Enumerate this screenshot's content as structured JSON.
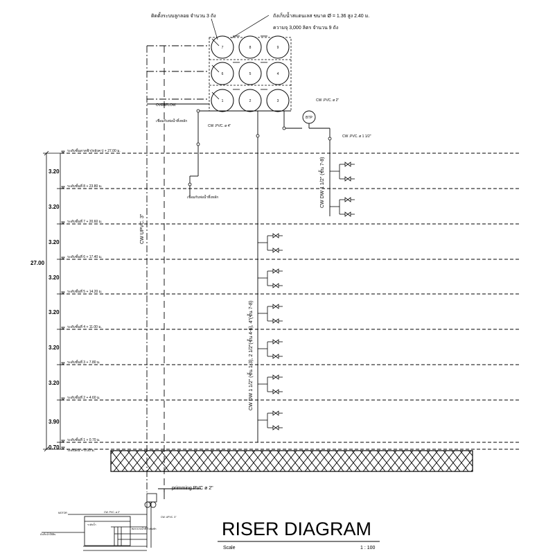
{
  "title": {
    "main": "RISER DIAGRAM",
    "scale_label": "Scale",
    "scale_value": "1 : 100"
  },
  "tank_notes": {
    "ball_valve": "ติดตั้งระบบลูกลอย จำนวน 3 ถัง",
    "tank_spec_line1": "ถังเก็บน้ำสแตนเลส  ขนาด Ø = 1.36  สูง 2.40 ม.",
    "tank_spec_line2": "ความจุ 3,000  ลิตร จำนวน   9  ถัง",
    "overflow": "OVERFLOW"
  },
  "tanks": [
    "7",
    "8",
    "9",
    "6",
    "5",
    "4",
    "1",
    "2",
    "3"
  ],
  "pipe_labels": {
    "cw_pvc_2": "CW .PVC. ø 2\"",
    "cw_pvc_4": "CW .PVC. ø 4\"",
    "cw_pvc_1_5": "CW .PVC. ø 1 1/2\"",
    "btp": "BTP",
    "connect_main_1": "เชื่อมกับท่อน้ำทิ้งหลัก",
    "connect_main_2": "เชื่อมกับท่อน้ำทิ้งหลัก",
    "upvc_riser": "CW  UPVC. 3\"",
    "dw_upper": "CW  DW 1 1/2\" (ชั้น 7-8)",
    "dw_lower": "CW  DW 1 1/2\" (ชั้น 1-3), 2 1/2\"(ชั้น 4-6), 4\"(ชั้น 7-8)",
    "priming": "primming PVC  ø 2\""
  },
  "floor_levels": [
    "ระดับชั้นดาดฟ้า(หลังคา) + 27.00 ม.",
    "ระดับชั้นที่ 8 + 23.80 ม.",
    "ระดับชั้นที่ 7 + 20.60 ม.",
    "ระดับชั้นที่ 6 + 17.40 ม.",
    "ระดับชั้นที่ 5 + 14.20 ม.",
    "ระดับชั้นที่ 4 + 11.00 ม.",
    "ระดับชั้นที่ 3 + 7.80 ม.",
    "ระดับชั้นที่ 2 + 4.60 ม.",
    "ระดับชั้นที่ 1 + 0.70 ม.",
    "ระดับดิน + 0.00 ม."
  ],
  "floor_heights": [
    "3.20",
    "3.20",
    "3.20",
    "3.20",
    "3.20",
    "3.20",
    "3.20",
    "3.90",
    "0.70"
  ],
  "total_height": "27.00",
  "pump_labels": {
    "a": "MOTOR",
    "b": "CW. PVC. ø 2\"",
    "c": "CW. UPVC. 3\"",
    "d": "ท่อระบายน้ำทิ้งไปบ่อพัก",
    "e": "ถังเก็บน้ำใต้ดิน",
    "f": "ระดับน้ำ"
  },
  "colors": {
    "line": "#000000",
    "background": "#ffffff"
  }
}
